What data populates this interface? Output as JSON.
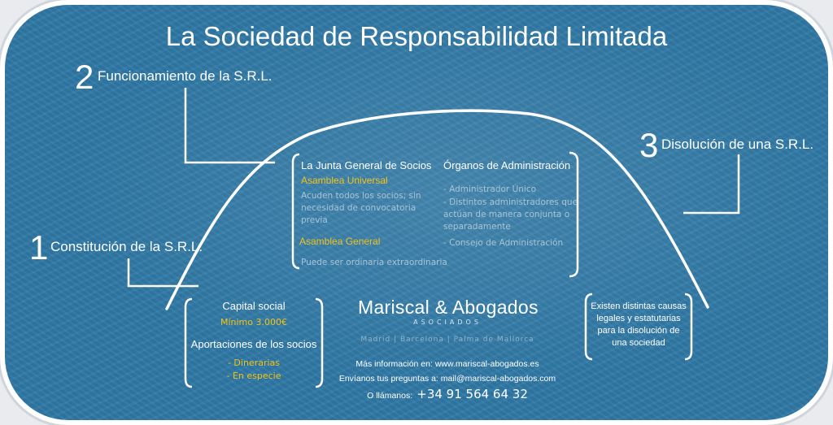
{
  "title": "La Sociedad de Responsabilidad Limitada",
  "section1": {
    "number": "1",
    "label": "Constitución de la S.R.L."
  },
  "section2": {
    "number": "2",
    "label": "Funcionamiento de la S.R.L."
  },
  "section3": {
    "number": "3",
    "label": "Disolución de una S.R.L."
  },
  "junta": {
    "heading": "La Junta  General de Socios",
    "asamblea_universal": "Asamblea Universal",
    "universal_desc": [
      "Acuden todos los socios; sin",
      "necesidad  de  convocatoria",
      "previa"
    ],
    "asamblea_general": "Asamblea General",
    "general_desc": "Puede ser ordinaria extraordinaria"
  },
  "organos": {
    "heading": "Órganos de Administración",
    "items": [
      "-    Administrador Único",
      "-    Distintos administradores que",
      "     actúan de manera conjunta o",
      "     separadamente",
      "-    Consejo de Administración"
    ]
  },
  "capital": {
    "heading": "Capital social",
    "minimum": "Mínimo 3.000€",
    "aportaciones": "Aportaciones de los socios",
    "items": [
      "- Dinerarias",
      "- En especie"
    ]
  },
  "disolucion_text": [
    "Existen distintas causas",
    "legales y estatutarias",
    "para la disolución de",
    "una sociedad"
  ],
  "brand": {
    "name": "Mariscal & Abogados",
    "sub": "ASOCIADOS",
    "cities": "Madrid   |   Barcelona   |   Palma de Mallorca"
  },
  "contact": {
    "web": "Más información en: www.mariscal-abogados.es",
    "mail": "Envíanos tus preguntas a: mail@mariscal-abogados.com",
    "call_prefix": "O llámanos:",
    "phone": "+34 91 564 64 32"
  }
}
